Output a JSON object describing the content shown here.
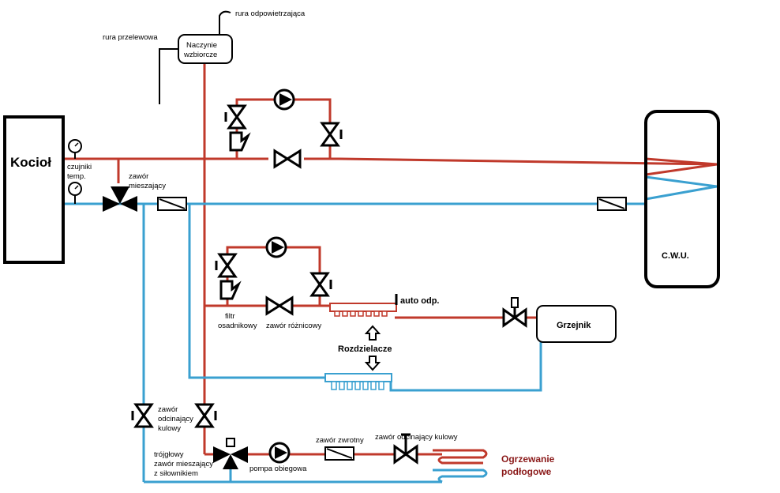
{
  "labels": {
    "vent_pipe": "rura odpowietrzająca",
    "overflow_pipe": "rura przelewowa",
    "expansion_tank_line1": "Naczynie",
    "expansion_tank_line2": "wzbiorcze",
    "boiler": "Kocioł",
    "temp_sensors_line1": "czujniki",
    "temp_sensors_line2": "temp.",
    "mixing_valve_line1": "zawór",
    "mixing_valve_line2": "mieszający",
    "dhw": "C.W.U.",
    "auto_vent": "auto odp.",
    "filter_line1": "filtr",
    "filter_line2": "osadnikowy",
    "diff_valve": "zawór różnicowy",
    "radiator": "Grzejnik",
    "manifolds": "Rozdzielacze",
    "shutoff_line1": "zawór",
    "shutoff_line2": "odcinający",
    "shutoff_line3": "kulowy",
    "three_way_line1": "trójgłowy",
    "three_way_line2": "zawór mieszający",
    "three_way_line3": "z siłownikiem",
    "pump": "pompa obiegowa",
    "check_valve": "zawór zwrotny",
    "ball_shutoff": "zawór odcinający kulowy",
    "floor_heating_line1": "Ogrzewanie",
    "floor_heating_line2": "podłogowe"
  },
  "colors": {
    "supply": "#c0392b",
    "return": "#3aa0d0",
    "outline": "#000000"
  }
}
